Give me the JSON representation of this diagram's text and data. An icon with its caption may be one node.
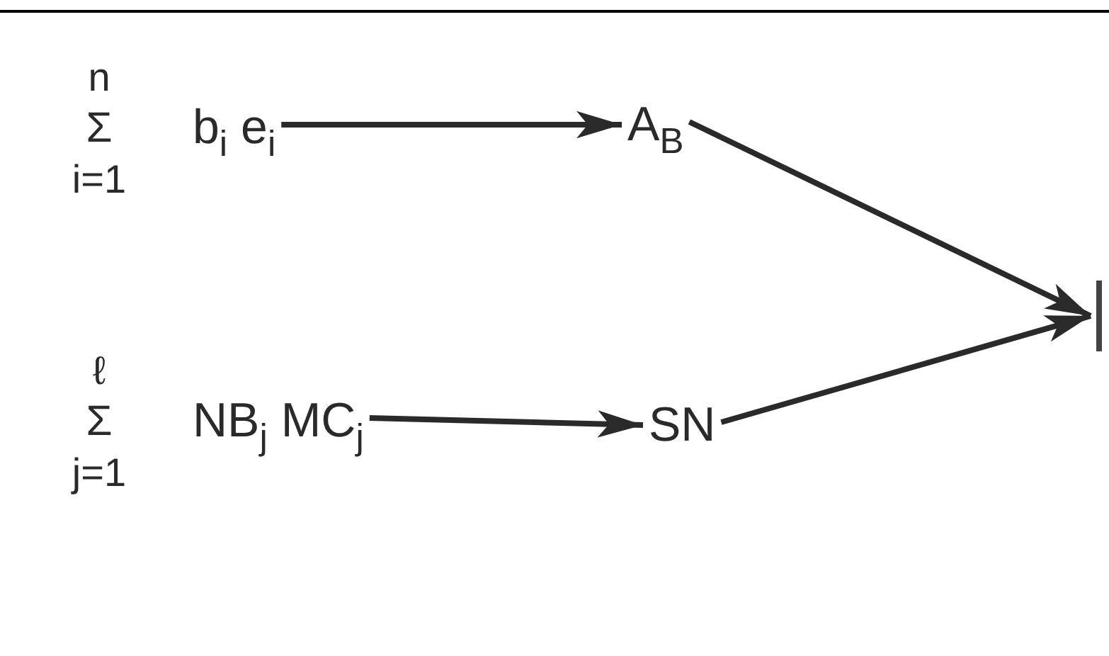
{
  "diagram": {
    "nodes": [
      {
        "text": [
          "n",
          "Σ",
          "i=1",
          "b$_{i}$ e$_{i}$"
        ]
      },
      {
        "text": [
          "A$_{B}$"
        ]
      },
      {
        "text": [
          "ℓ",
          "Σ",
          "j=1",
          "NB$_{j}$ MC$_{j}$"
        ]
      },
      {
        "text": [
          "SN"
        ]
      },
      {
        "text": [],
        "shape": "bar"
      }
    ],
    "edges": [
      {
        "from": 0,
        "to": 1,
        "arrow": "to"
      },
      {
        "from": 1,
        "to": 4,
        "arrow": "to"
      },
      {
        "from": 2,
        "to": 3,
        "arrow": "to"
      },
      {
        "from": 3,
        "to": 4,
        "arrow": "to"
      }
    ]
  }
}
